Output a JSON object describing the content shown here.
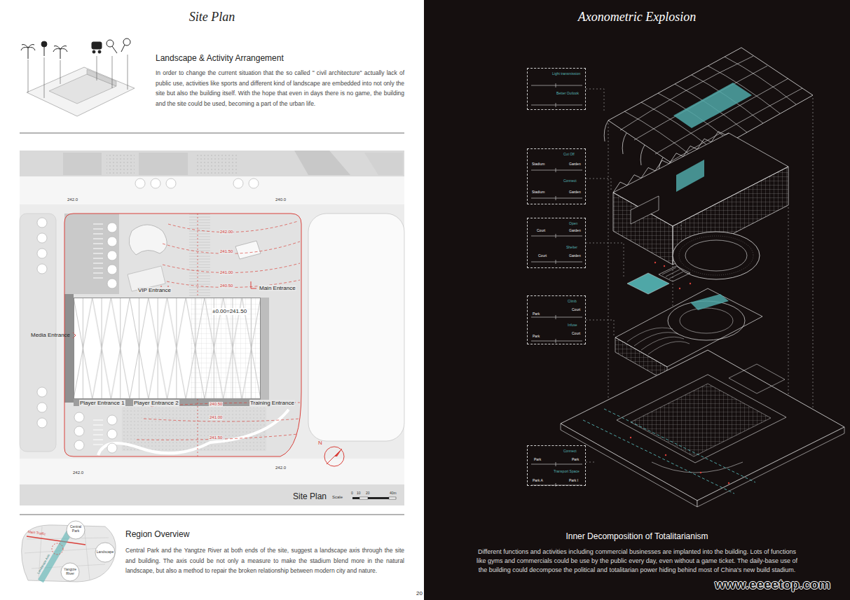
{
  "diagram": {
    "title": "Site Plan",
    "nodes": [
      {
        "text": [
          "Light transmission",
          "Better Outlook"
        ]
      },
      {
        "text": [
          "Cut Off",
          "Stadium",
          "Garden",
          "Connect",
          "Stadium",
          "Garden"
        ]
      },
      {
        "text": [
          "Open",
          "Court",
          "Garden",
          "Shelter",
          "Court",
          "Garden"
        ]
      },
      {
        "text": [
          "Climb",
          "Park",
          "Court",
          "Infuse",
          "Park",
          "Court"
        ]
      },
      {
        "text": [
          "Connect",
          "Park",
          "Park",
          "Transport Space",
          "Park A",
          "Park I"
        ]
      },
      {
        "text": [
          "±0.00=241.50"
        ]
      }
    ],
    "labels": [
      "Axonometric Explosion",
      "Landscape & Activity Arrangement",
      "In order to change the current situation that the so called \" civil architecture\" actually lack of public use, activities like sports and different kind of landscape are embedded into not only the site but also the building itself. With the hope that even in days there is no game, the building and the site could be used, becoming a part of the urban life.",
      "242.0",
      "240.0",
      "242.00",
      "241.50",
      "241.00",
      "240.50",
      "VIP Entrance",
      "Main Entrance",
      "Media Entrance",
      "Player Entrance 1",
      "Player Entrance 2",
      "Training Entrance",
      "240.50",
      "241.00",
      "241.50",
      "242.0",
      "242.0",
      "N",
      "Site Plan",
      "Scale",
      "0",
      "10",
      "20",
      "40m",
      "Region Overview",
      "Central Park and the Yangtze River at both ends of the site, suggest a landscape axis through the site and building. The axis could be not only a measure to make the stadium blend more in the natural landscape, but also a method to repair the broken relationship between modern city and nature.",
      "Main Traffic",
      "Central Park",
      "Landscape",
      "Yangtze River",
      "Landscape Axis",
      "Inner Decomposition of Totalitarianism",
      "Different functions and activities including commercial businesses are implanted into the building. Lots of functions like gyms and commercials could be use by the public every day, even without a game ticket. The daily-base use of the building could decompose the political and totalitarian power hiding behind most of China's new build stadium.",
      "20",
      "www.eeeetop.com"
    ]
  }
}
